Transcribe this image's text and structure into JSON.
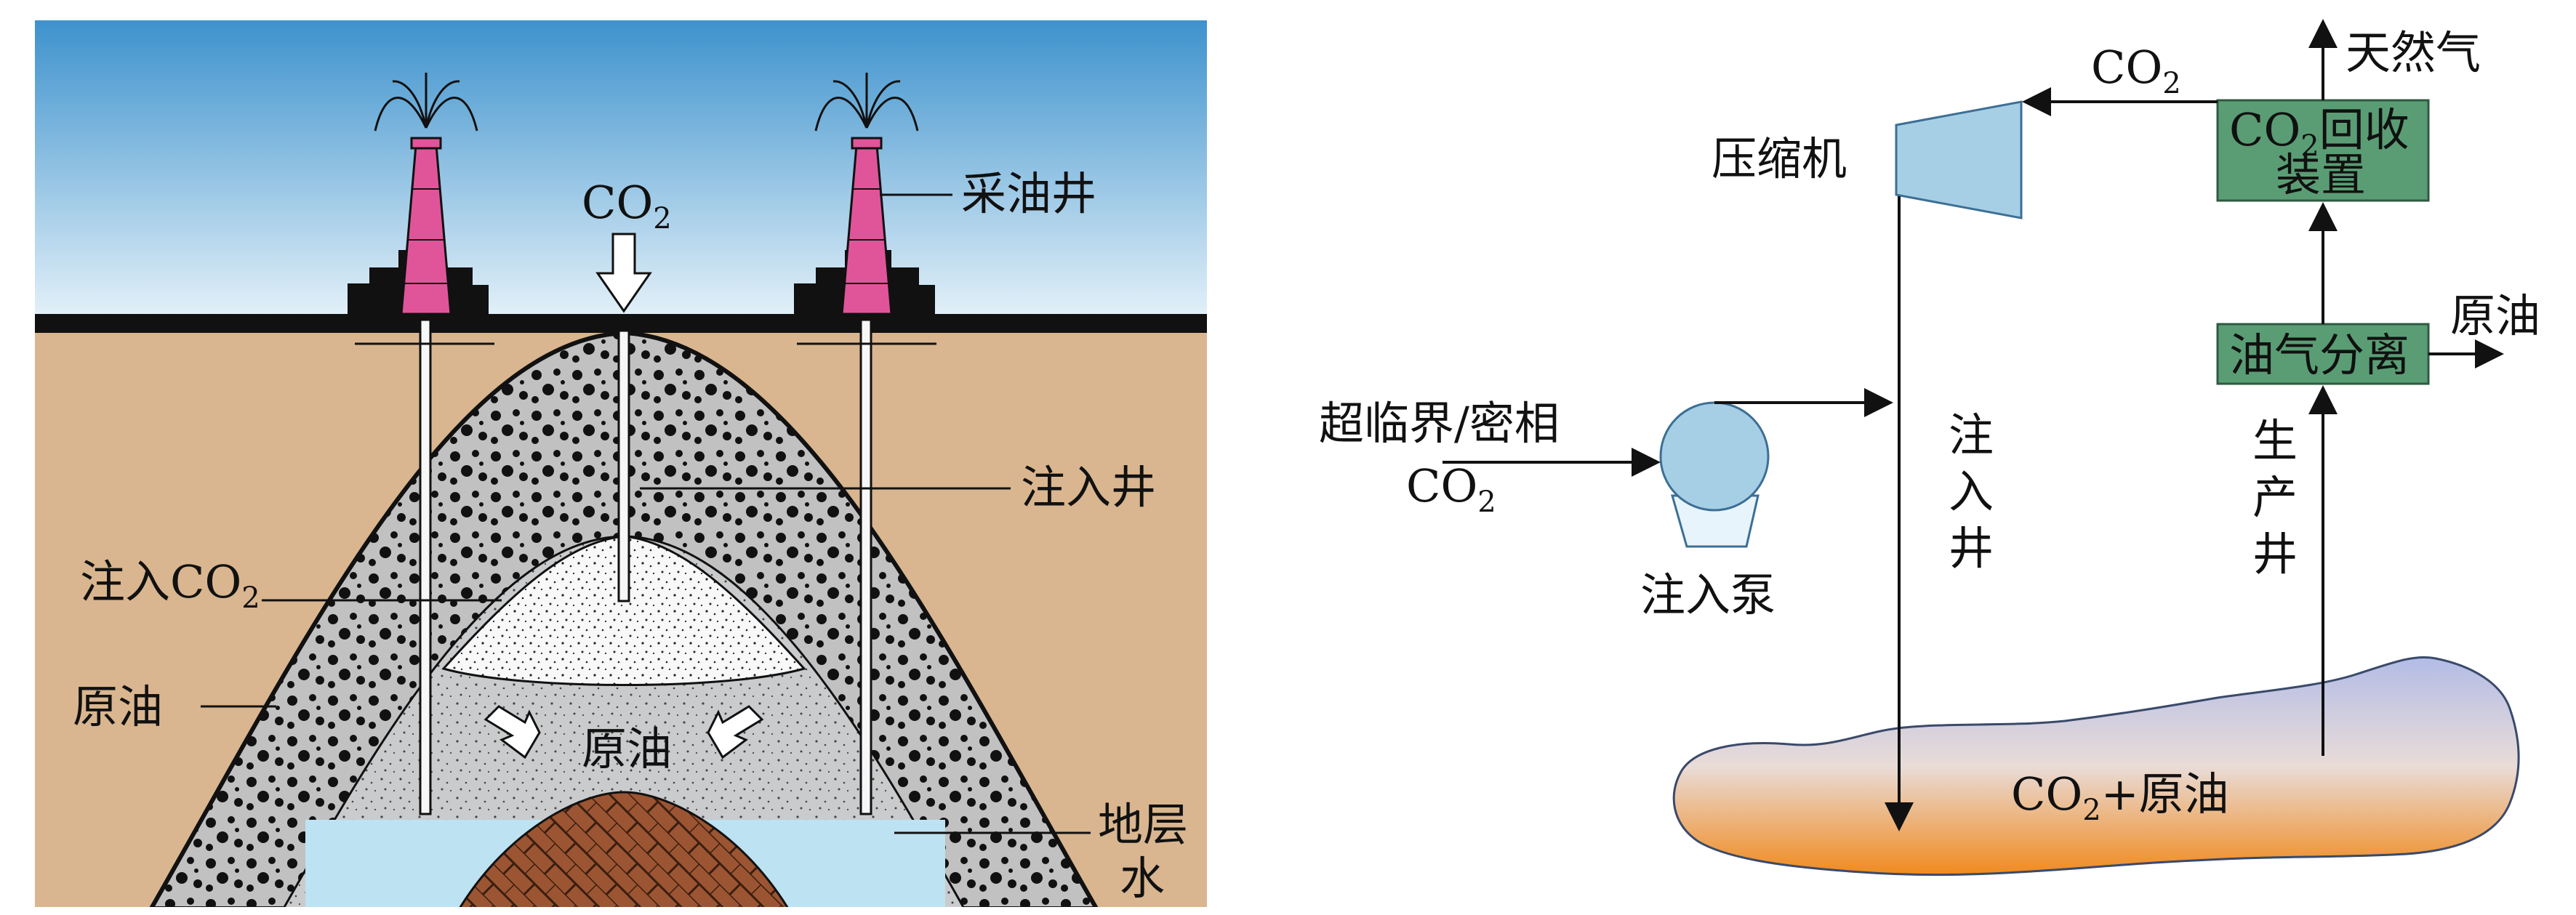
{
  "left_panel": {
    "co2_label": "CO",
    "co2_sub": "2",
    "production_well": "采油井",
    "injection_well": "注入井",
    "inject_co2_main": "注入CO",
    "inject_co2_sub": "2",
    "crude_oil_left": "原油",
    "crude_oil_center": "原油",
    "formation_water_1": "地层",
    "formation_water_2": "水",
    "colors": {
      "sky_top": "#3f95cf",
      "sky_bottom": "#e3f0f8",
      "soil": "#dab690",
      "derrick": "#e0559a",
      "cap_rock": "#bdbdbd",
      "co2_zone": "#f7f7f7",
      "oil_zone": "#c9cbcc",
      "water": "#bfe3f2",
      "dome": "#9b5431"
    }
  },
  "right_panel": {
    "compressor": "压缩机",
    "co2_top_main": "CO",
    "co2_top_sub": "2",
    "natural_gas": "天然气",
    "recovery_line1_main": "CO",
    "recovery_line1_sub": "2",
    "recovery_line1_rest": "回收",
    "recovery_line2": "装置",
    "crude_oil": "原油",
    "separator": "油气分离",
    "supercritical": "超临界/密相",
    "co2_in_main": "CO",
    "co2_in_sub": "2",
    "pump": "注入泵",
    "inj_well_chars": [
      "注",
      "入",
      "井"
    ],
    "prod_well_chars": [
      "生",
      "产",
      "井"
    ],
    "reservoir_main": "CO",
    "reservoir_sub": "2",
    "reservoir_rest": "+原油",
    "colors": {
      "box_fill": "#5a9d74",
      "compressor_fill": "#a6cfe6",
      "pump_fill": "#a6cfe6",
      "reservoir_top": "#b7bfe6",
      "reservoir_bottom": "#f08b22"
    }
  }
}
